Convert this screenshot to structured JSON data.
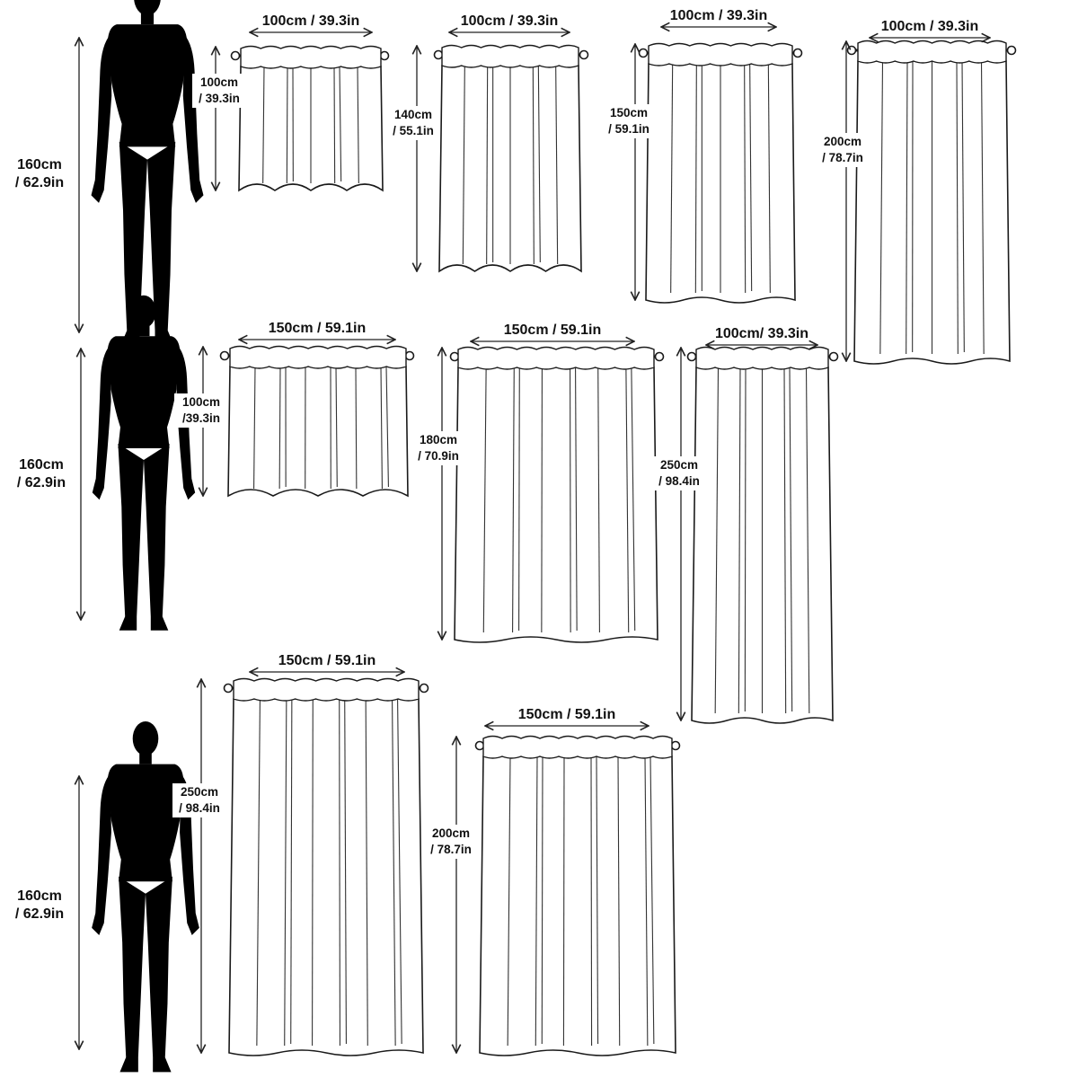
{
  "colors": {
    "ink": "#111111",
    "silhouette": "#000000",
    "background": "#ffffff"
  },
  "persons": [
    {
      "name": "person-row-1",
      "label_lines": [
        "160cm",
        "/ 62.9in"
      ]
    },
    {
      "name": "person-row-2",
      "label_lines": [
        "160cm",
        "/ 62.9in"
      ]
    },
    {
      "name": "person-row-3",
      "label_lines": [
        "160cm",
        "/ 62.9in"
      ]
    }
  ],
  "curtains": [
    {
      "name": "curtain-100x100",
      "width_label": "100cm / 39.3in",
      "height_lines": [
        "100cm",
        "/ 39.3in"
      ],
      "hem": "scallop"
    },
    {
      "name": "curtain-100x140",
      "width_label": "100cm / 39.3in",
      "height_lines": [
        "140cm",
        "/ 55.1in"
      ],
      "hem": "scallop"
    },
    {
      "name": "curtain-100x150",
      "width_label": "100cm / 39.3in",
      "height_lines": [
        "150cm",
        "/ 59.1in"
      ],
      "hem": "wave"
    },
    {
      "name": "curtain-100x200",
      "width_label": "100cm / 39.3in",
      "height_lines": [
        "200cm",
        "/ 78.7in"
      ],
      "hem": "wave"
    },
    {
      "name": "curtain-150x100",
      "width_label": "150cm / 59.1in",
      "height_lines": [
        "100cm",
        "/39.3in"
      ],
      "hem": "scallop"
    },
    {
      "name": "curtain-150x180",
      "width_label": "150cm / 59.1in",
      "height_lines": [
        "180cm",
        "/ 70.9in"
      ],
      "hem": "wave"
    },
    {
      "name": "curtain-100x250",
      "width_label": "100cm/ 39.3in",
      "height_lines": [
        "250cm",
        "/ 98.4in"
      ],
      "hem": "wave"
    },
    {
      "name": "curtain-150x250",
      "width_label": "150cm / 59.1in",
      "height_lines": [
        "250cm",
        "/ 98.4in"
      ],
      "hem": "wave"
    },
    {
      "name": "curtain-150x200",
      "width_label": "150cm / 59.1in",
      "height_lines": [
        "200cm",
        "/ 78.7in"
      ],
      "hem": "wave"
    }
  ]
}
